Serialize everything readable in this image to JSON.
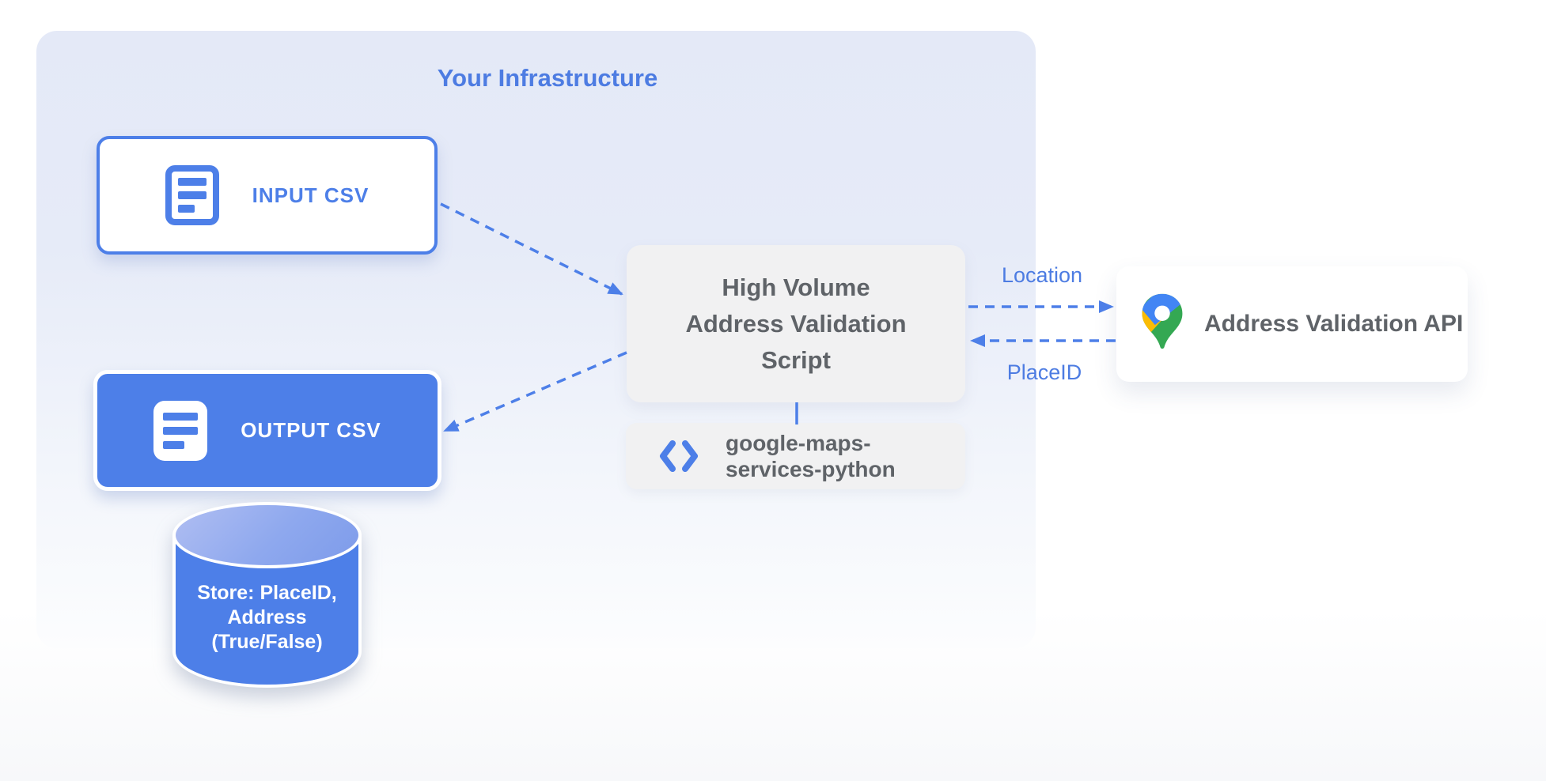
{
  "diagram": {
    "infrastructure": {
      "title": "Your Infrastructure"
    },
    "input_csv": {
      "label": "INPUT CSV"
    },
    "output_csv": {
      "label": "OUTPUT CSV"
    },
    "datastore": {
      "lines": [
        "Store: PlaceID,",
        "Address",
        "(True/False)"
      ]
    },
    "script_box": {
      "lines": [
        "High Volume",
        "Address Validation",
        "Script"
      ]
    },
    "library_box": {
      "lines": [
        "google-maps-",
        "services-python"
      ]
    },
    "api_box": {
      "label": "Address Validation API"
    },
    "flows": {
      "location_label": "Location",
      "placeid_label": "PlaceID"
    },
    "colors": {
      "primary_blue": "#4d7fe8",
      "label_blue": "#4d7ce2",
      "container_fill_top": "#e4e9f7",
      "gray_box": "#f1f1f2",
      "dark_text": "#5f6368",
      "cylinder_top": "#8ea8ee",
      "maps_pin_red": "#ea4335",
      "maps_pin_blue": "#4285f4",
      "maps_pin_green": "#34a853",
      "maps_pin_yellow": "#fbbc04"
    }
  }
}
